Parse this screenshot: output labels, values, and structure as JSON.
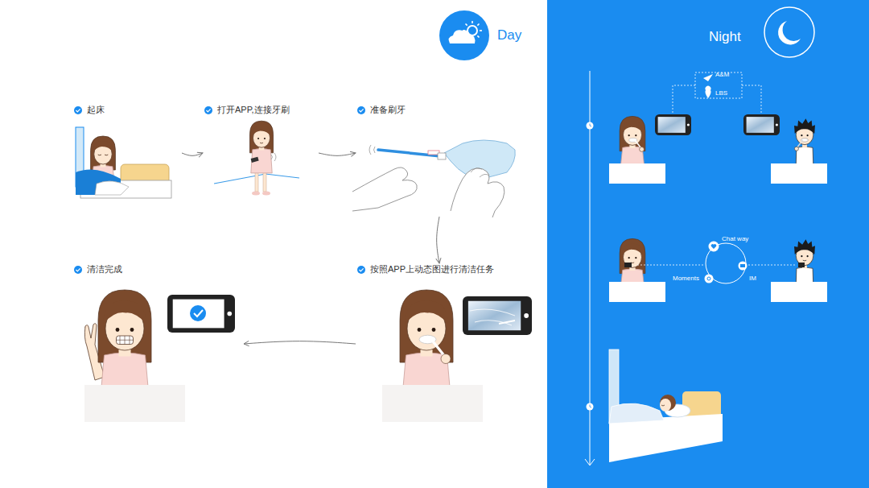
{
  "diagram": {
    "nodes": [
      {
        "text": [
          "起床"
        ]
      },
      {
        "text": [
          "打开APP,连接牙刷"
        ]
      },
      {
        "text": [
          "准备刷牙"
        ]
      },
      {
        "text": [
          "清洁完成"
        ]
      },
      {
        "text": [
          "按照APP上动态图进行清洁任务"
        ]
      },
      {
        "text": [
          "Night"
        ]
      }
    ],
    "edges": [
      {
        "from": 0,
        "to": 1,
        "arrow": "to"
      },
      {
        "from": 1,
        "to": 2,
        "arrow": "to"
      },
      {
        "from": 2,
        "to": 4,
        "arrow": "to"
      },
      {
        "from": 4,
        "to": 3,
        "arrow": "to"
      }
    ],
    "labels": [
      "Day",
      "A&M",
      "LBS",
      "Chat way",
      "IM",
      "Moments"
    ]
  }
}
